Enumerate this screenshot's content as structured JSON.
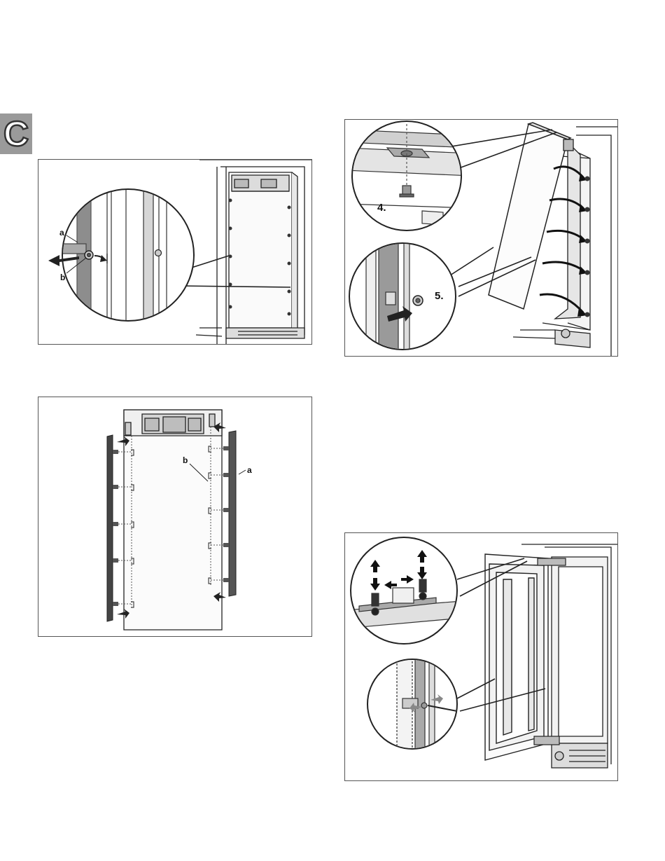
{
  "section": {
    "letter": "C"
  },
  "figure1": {
    "label_a": "a",
    "label_b": "b"
  },
  "figure2": {
    "label_a": "a",
    "label_b": "b"
  },
  "figure3": {
    "step_4": "4.",
    "step_5": "5."
  },
  "colors": {
    "tab": "#9a9a9a",
    "line": "#222222",
    "panel_border": "#555555"
  },
  "icons": [
    "arrow-icon",
    "screw-icon",
    "hinge-icon"
  ]
}
